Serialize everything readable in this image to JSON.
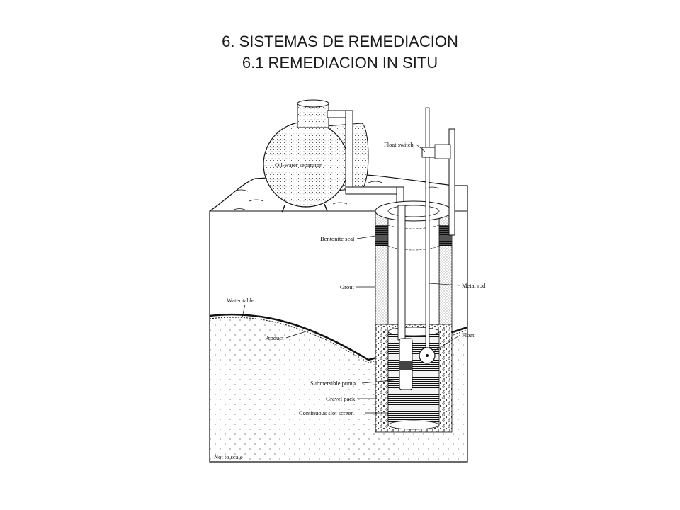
{
  "slide": {
    "title_line1": "6. SISTEMAS DE REMEDIACION",
    "title_line2": "6.1 REMEDIACION IN SITU"
  },
  "figure": {
    "labels": {
      "oil_water_separator": "Oil-water separator",
      "float_switch": "Float switch",
      "bentonite_seal": "Bentonite seal",
      "grout": "Grout",
      "metal_rod": "Metal rod",
      "water_table": "Water table",
      "product": "Product",
      "float": "Float",
      "submersible_pump": "Submersible pump",
      "gravel_pack": "Gravel pack",
      "continuous_slot_screen": "Continuous slot screen",
      "not_to_scale": "Not to scale"
    }
  }
}
